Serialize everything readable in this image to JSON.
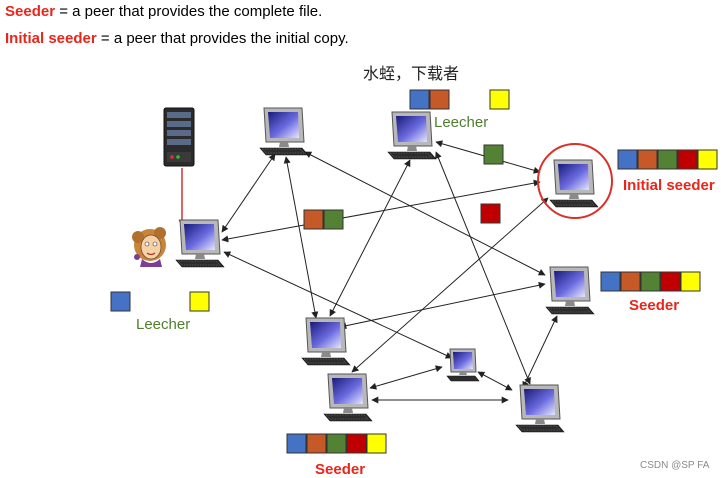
{
  "definitions": {
    "seeder_term": "Seeder",
    "seeder_text": " = a peer that provides the complete file.",
    "initial_term": "Initial seeder",
    "initial_text": " = a peer that provides the initial copy."
  },
  "labels": {
    "caption_cn": "水蛭，下载者",
    "leecher_top": "Leecher",
    "leecher_left": "Leecher",
    "initial_seeder": "Initial seeder",
    "seeder_right": "Seeder",
    "seeder_bottom": "Seeder",
    "watermark": "CSDN @SP FA"
  },
  "colors": {
    "blue": "#4472c4",
    "orange": "#c55a28",
    "green": "#548235",
    "red": "#c00000",
    "yellow": "#ffff00",
    "accent_red": "#e8261b",
    "leecher_green": "#4f7f2f"
  },
  "file_chunks": {
    "complete_file": [
      "blue",
      "orange",
      "green",
      "red",
      "yellow"
    ],
    "top_leecher_has": [
      "blue",
      "orange",
      "yellow"
    ],
    "left_leecher_has": [
      "blue",
      "yellow"
    ],
    "in_transit": [
      "orange",
      "green",
      "green",
      "red"
    ]
  },
  "icons": {
    "server": "server-tower-icon",
    "person": "person-icon",
    "computer": "desktop-computer-icon"
  }
}
